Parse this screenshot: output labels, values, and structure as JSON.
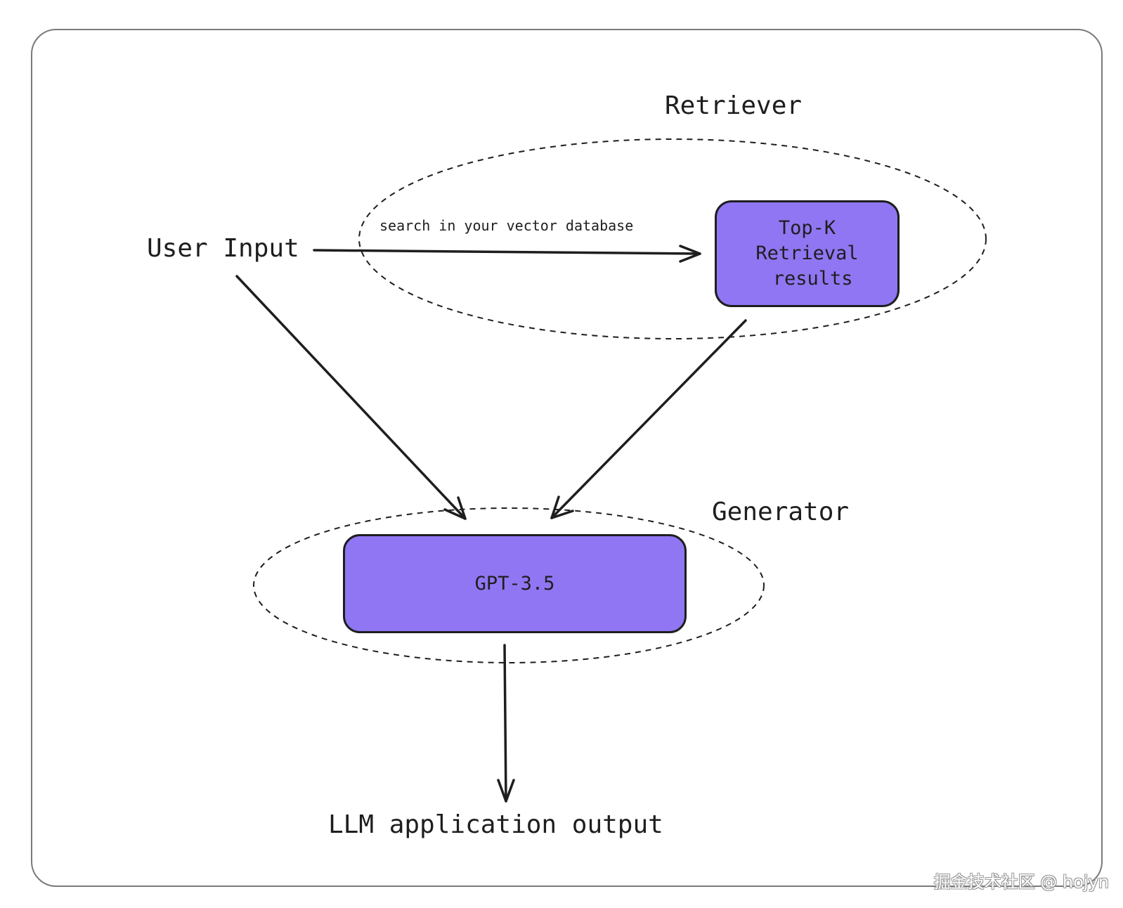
{
  "diagram": {
    "groups": {
      "retriever": {
        "label": "Retriever"
      },
      "generator": {
        "label": "Generator"
      }
    },
    "nodes": {
      "user_input": {
        "label": "User Input"
      },
      "top_k": {
        "label": "Top-K\nRetrieval\n results"
      },
      "gpt": {
        "label": "GPT-3.5"
      },
      "output": {
        "label": "LLM application output"
      }
    },
    "edges": {
      "search": {
        "label": "search in your vector database"
      }
    }
  },
  "watermark": {
    "text": "掘金技术社区 @ hojyn"
  },
  "colors": {
    "box_fill": "#9076f3",
    "stroke": "#1e1e1e",
    "frame": "#7a7a7a",
    "background": "#ffffff"
  }
}
